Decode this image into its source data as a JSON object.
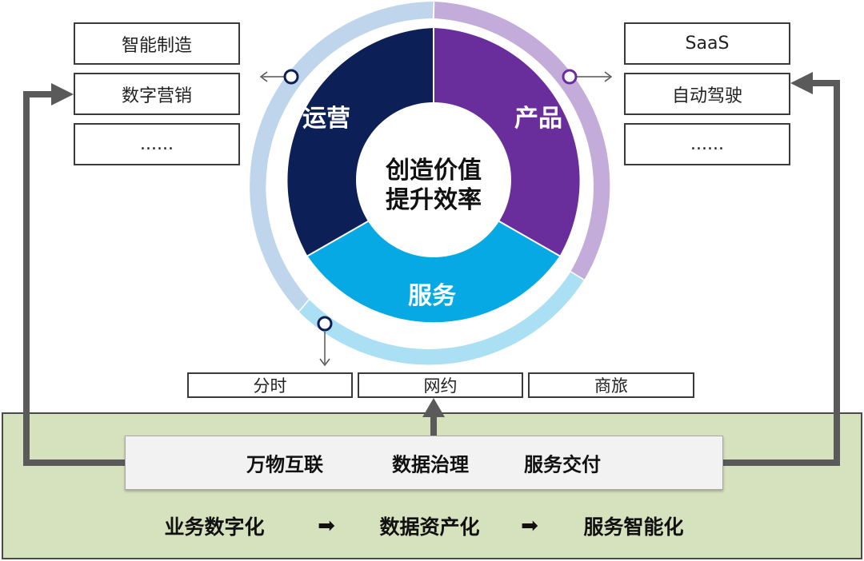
{
  "left_boxes": [
    "智能制造",
    "数字营销",
    "......"
  ],
  "right_boxes": [
    "SaaS",
    "自动驾驶",
    "......"
  ],
  "bottom_boxes": [
    "分时",
    "网约",
    "商旅"
  ],
  "center_text": [
    "创造价值",
    "提升效率"
  ],
  "segments": {
    "operations": "运营",
    "product": "产品",
    "service": "服务"
  },
  "tech_items": [
    "万物互联",
    "数据治理",
    "服务交付"
  ],
  "flow_items": [
    "业务数字化",
    "数据资产化",
    "服务智能化"
  ],
  "flow_arrow": "➡",
  "colors": {
    "operations": "#0d1f57",
    "product": "#6a2e9c",
    "service": "#07a9e5",
    "ring_ops": "#bfd5ec",
    "ring_product": "#c3acd9",
    "ring_service": "#aadff4",
    "panel": "#d6e1bd",
    "connector": "#5a5a5a"
  }
}
